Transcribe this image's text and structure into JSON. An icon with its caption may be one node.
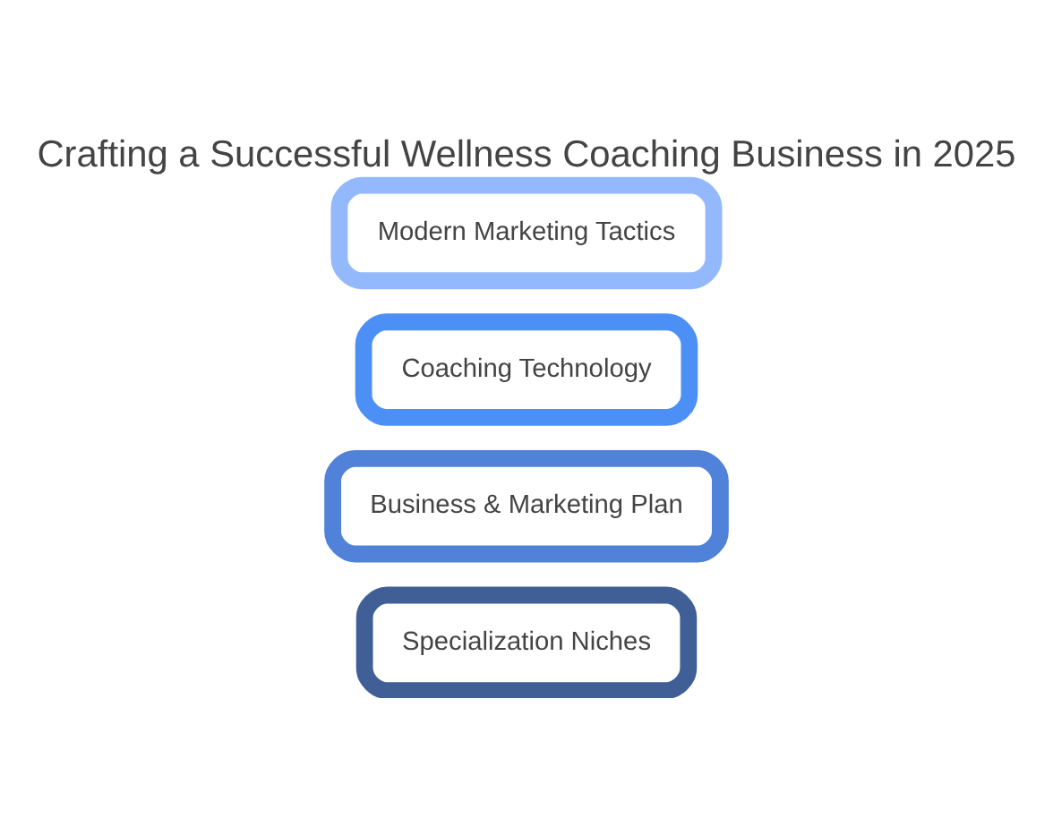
{
  "diagram": {
    "title": "Crafting a Successful Wellness Coaching Business in 2025",
    "nodes": [
      {
        "text": [
          "Specialization Niches"
        ]
      },
      {
        "text": [
          "Business & Marketing Plan"
        ]
      },
      {
        "text": [
          "Coaching Technology"
        ]
      },
      {
        "text": [
          "Modern Marketing Tactics"
        ]
      }
    ],
    "edges": []
  }
}
